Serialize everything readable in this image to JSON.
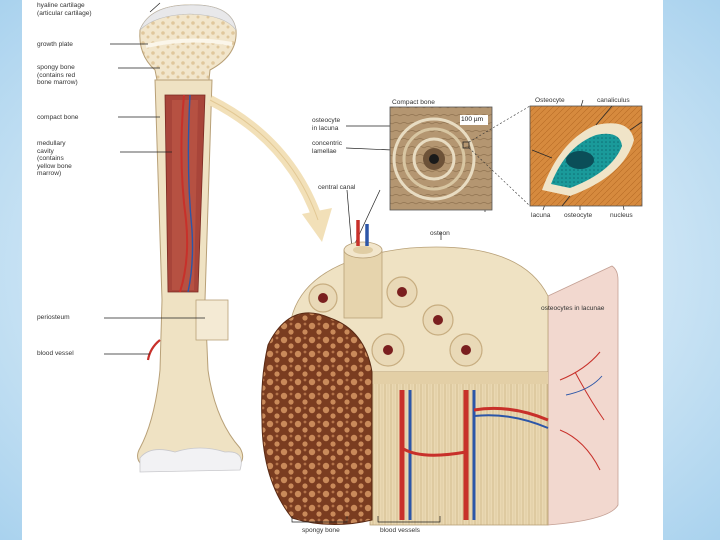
{
  "labels": {
    "hyaline_cartilage": "hyaline cartilage\n(articular cartilage)",
    "growth_plate": "growth plate",
    "spongy_bone": "spongy bone\n(contains red\nbone marrow)",
    "compact_bone": "compact bone",
    "medullary_cavity": "medullary\ncavity\n(contains\nyellow bone\nmarrow)",
    "periosteum": "periosteum",
    "blood_vessel": "blood vessel",
    "compact_bone_title": "Compact bone",
    "scale_bar": "100 µm",
    "osteocyte_title": "Osteocyte",
    "canaliculus": "canaliculus",
    "osteocyte_in_lacuna": "osteocyte\nin lacuna",
    "concentric_lamellae": "concentric\nlamellae",
    "central_canal": "central canal",
    "osteon": "osteon",
    "osteocytes_in_lacunae": "osteocytes in lacunae",
    "lacuna": "lacuna",
    "osteocyte": "osteocyte",
    "nucleus": "nucleus",
    "spongy_bone_bottom": "spongy bone",
    "blood_vessels": "blood vessels"
  },
  "colors": {
    "bone": "#efe2c3",
    "cartilage": "#eeeeee",
    "marrow": "#a8453a",
    "artery": "#c8302a",
    "vein": "#2c56a8",
    "spongy": "#8f4e2c",
    "micro_bg": "#b69a72",
    "osteocyte_cell": "#1a9a9a"
  }
}
